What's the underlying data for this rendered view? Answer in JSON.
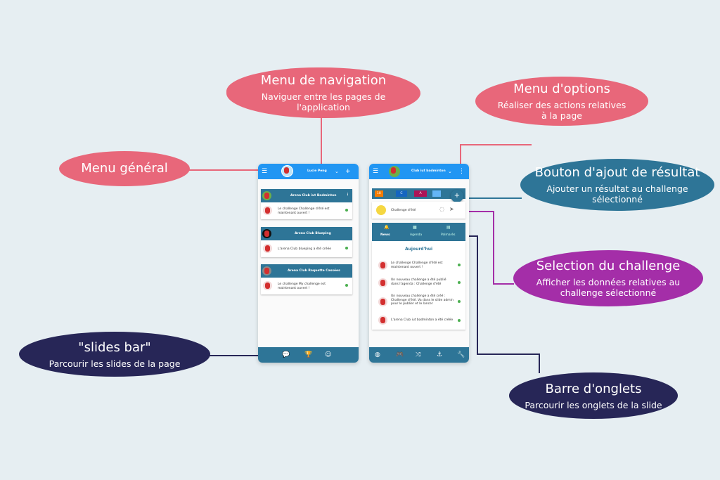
{
  "callouts": {
    "menu_navigation": {
      "title": "Menu de navigation",
      "subtitle": "Naviguer entre les pages de l'application"
    },
    "menu_general": {
      "title": "Menu général"
    },
    "menu_options": {
      "title": "Menu d'options",
      "subtitle": "Réaliser des actions relatives à la page"
    },
    "bouton_ajout": {
      "title": "Bouton d'ajout de résultat",
      "subtitle": "Ajouter un résultat au challenge sélectionné"
    },
    "selection_challenge": {
      "title": "Selection du challenge",
      "subtitle": "Afficher les données relatives au challenge sélectionné"
    },
    "slides_bar": {
      "title": "\"slides bar\"",
      "subtitle": "Parcourir les slides de la page"
    },
    "barre_onglets": {
      "title": "Barre d'onglets",
      "subtitle": "Parcourir les onglets de la slide"
    }
  },
  "colors": {
    "pink": "#e8677a",
    "teal": "#2e7597",
    "purple": "#a42ea8",
    "navy": "#272657",
    "appbar": "#2196f3"
  },
  "phone1": {
    "user": "Lucie Peng",
    "clubs": [
      {
        "name": "Arena Club iut Badminton",
        "message": "Le challenge Challenge d'été est maintenant ouvert !"
      },
      {
        "name": "Arena Club Blueping",
        "message": "L'arena Club blueping a été créée"
      },
      {
        "name": "Arena Club Raquette Cassées",
        "message": "Le challenge My challenge est maintenant ouvert !"
      }
    ]
  },
  "phone2": {
    "club": "Club iut badminton",
    "badges": [
      "18",
      "C",
      "A"
    ],
    "challenge": "Challenge d'été",
    "tabs": [
      "News",
      "Agenda",
      "Palmarès"
    ],
    "section_title": "Aujourd'hui",
    "news": [
      "Le challenge Challenge d'été est maintenant ouvert !",
      "Un nouveau challenge a été publié dans l'agenda : Challenge d'été",
      "Un nouveau challenge a été créé : Challenge d'été. Va dans le slide admin pour le publier et le lancer",
      "L'arena Club iut badminton a été créée"
    ]
  }
}
